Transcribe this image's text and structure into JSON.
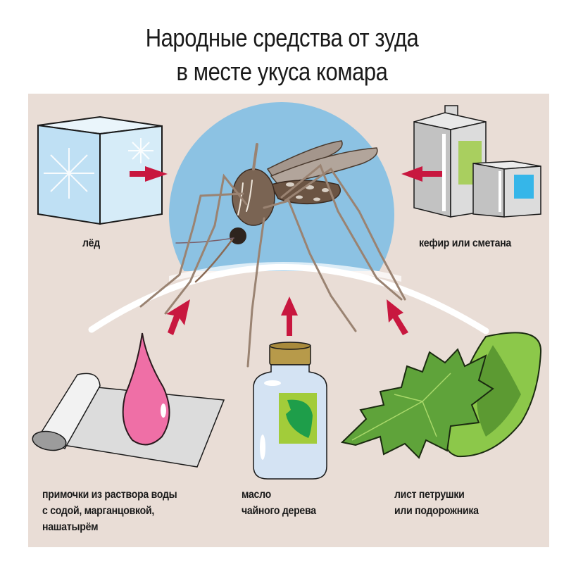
{
  "title": {
    "line1": "Народные средства от зуда",
    "line2": "в месте укуса комара"
  },
  "colors": {
    "panel_bg": "#e9ddd6",
    "circle_bg": "#8cc2e3",
    "arrow": "#c8173f",
    "drop_pink": "#ef6fa6",
    "leaf_green": "#5fa33a",
    "label_green": "#a2cc3a",
    "bottle_cap": "#b79a4a",
    "ice_blue": "#cfe7f6",
    "carton_gray": "#c9c9c9",
    "carton_label_cyan": "#35b6e9"
  },
  "remedies": [
    {
      "id": "ice",
      "label_lines": [
        "лёд"
      ],
      "icon": "ice-cube-icon"
    },
    {
      "id": "kefir",
      "label_lines": [
        "кефир или сметана"
      ],
      "icon": "milk-carton-icon"
    },
    {
      "id": "lotion",
      "label_lines": [
        "примочки из раствора воды",
        "с содой, марганцовкой,",
        "нашатырём"
      ],
      "icon": "drop-on-cloth-icon"
    },
    {
      "id": "tea-tree-oil",
      "label_lines": [
        "масло",
        "чайного дерева"
      ],
      "icon": "oil-bottle-icon"
    },
    {
      "id": "leaf",
      "label_lines": [
        "лист петрушки",
        "или подорожника"
      ],
      "icon": "parsley-plantain-leaf-icon"
    }
  ],
  "center": {
    "icon": "mosquito-icon"
  }
}
